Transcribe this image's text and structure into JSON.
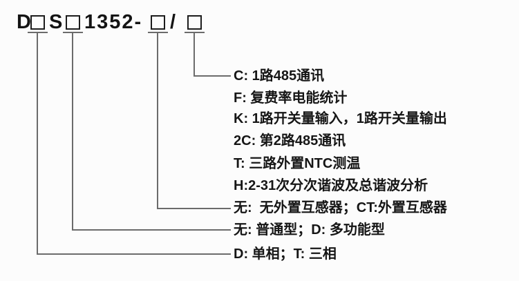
{
  "model_code": {
    "part_d": "D",
    "part_s": "S",
    "part_num": "1352-",
    "part_slash": "/"
  },
  "options": [
    {
      "code": "C",
      "text": "C: 1路485通讯"
    },
    {
      "code": "F",
      "text": "F: 复费率电能统计"
    },
    {
      "code": "K",
      "text": "K: 1路开关量输入，1路开关量输出"
    },
    {
      "code": "2C",
      "text": "2C: 第2路485通讯"
    },
    {
      "code": "T",
      "text": "T: 三路外置NTC测温"
    },
    {
      "code": "H",
      "text": "H:2-31次分次谐波及总谐波分析"
    },
    {
      "code": "CT",
      "text": "无:  无外置互感器；CT:外置互感器"
    },
    {
      "code": "D-type",
      "text": "无: 普通型；D: 多功能型"
    },
    {
      "code": "phase",
      "text": "D: 单相；T: 三相"
    }
  ],
  "colors": {
    "line": "#6b6b6b",
    "text": "#161616",
    "box_border": "#1c1c1c",
    "background": "#fcfcfc"
  }
}
